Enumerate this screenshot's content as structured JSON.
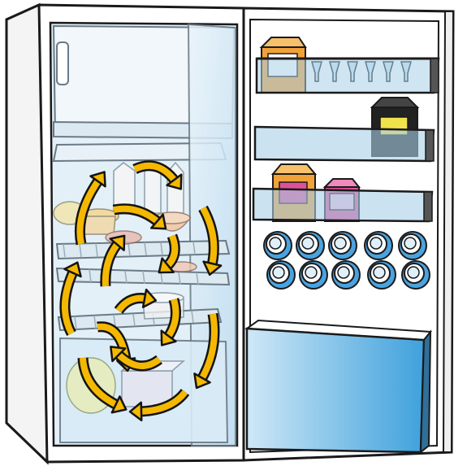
{
  "scene": {
    "subject": "open-refrigerator-air-circulation",
    "colors": {
      "outline": "#1a1a1a",
      "cabinet": "#ffffff",
      "interior": "#e3f0f8",
      "glass": "#cfe6f4",
      "shelf": "#dce9f1",
      "arrow_fill": "#f5b800",
      "arrow_stroke": "#141414",
      "door_bin": "#a9cfe8",
      "drawer_light": "#cfe8f7",
      "drawer_dark": "#3fa1dc",
      "carton_orange": "#f0a23a",
      "carton_pink": "#e0509a",
      "carton_black": "#222222",
      "carton_yellow": "#f0e24a",
      "can_blue": "#4aa3e0"
    },
    "door_items": {
      "cartons": [
        "orange-carton",
        "black-carton",
        "orange-carton",
        "pink-carton"
      ],
      "egg_cups": 6,
      "cans": 10
    },
    "circulation_arrows": 14
  }
}
